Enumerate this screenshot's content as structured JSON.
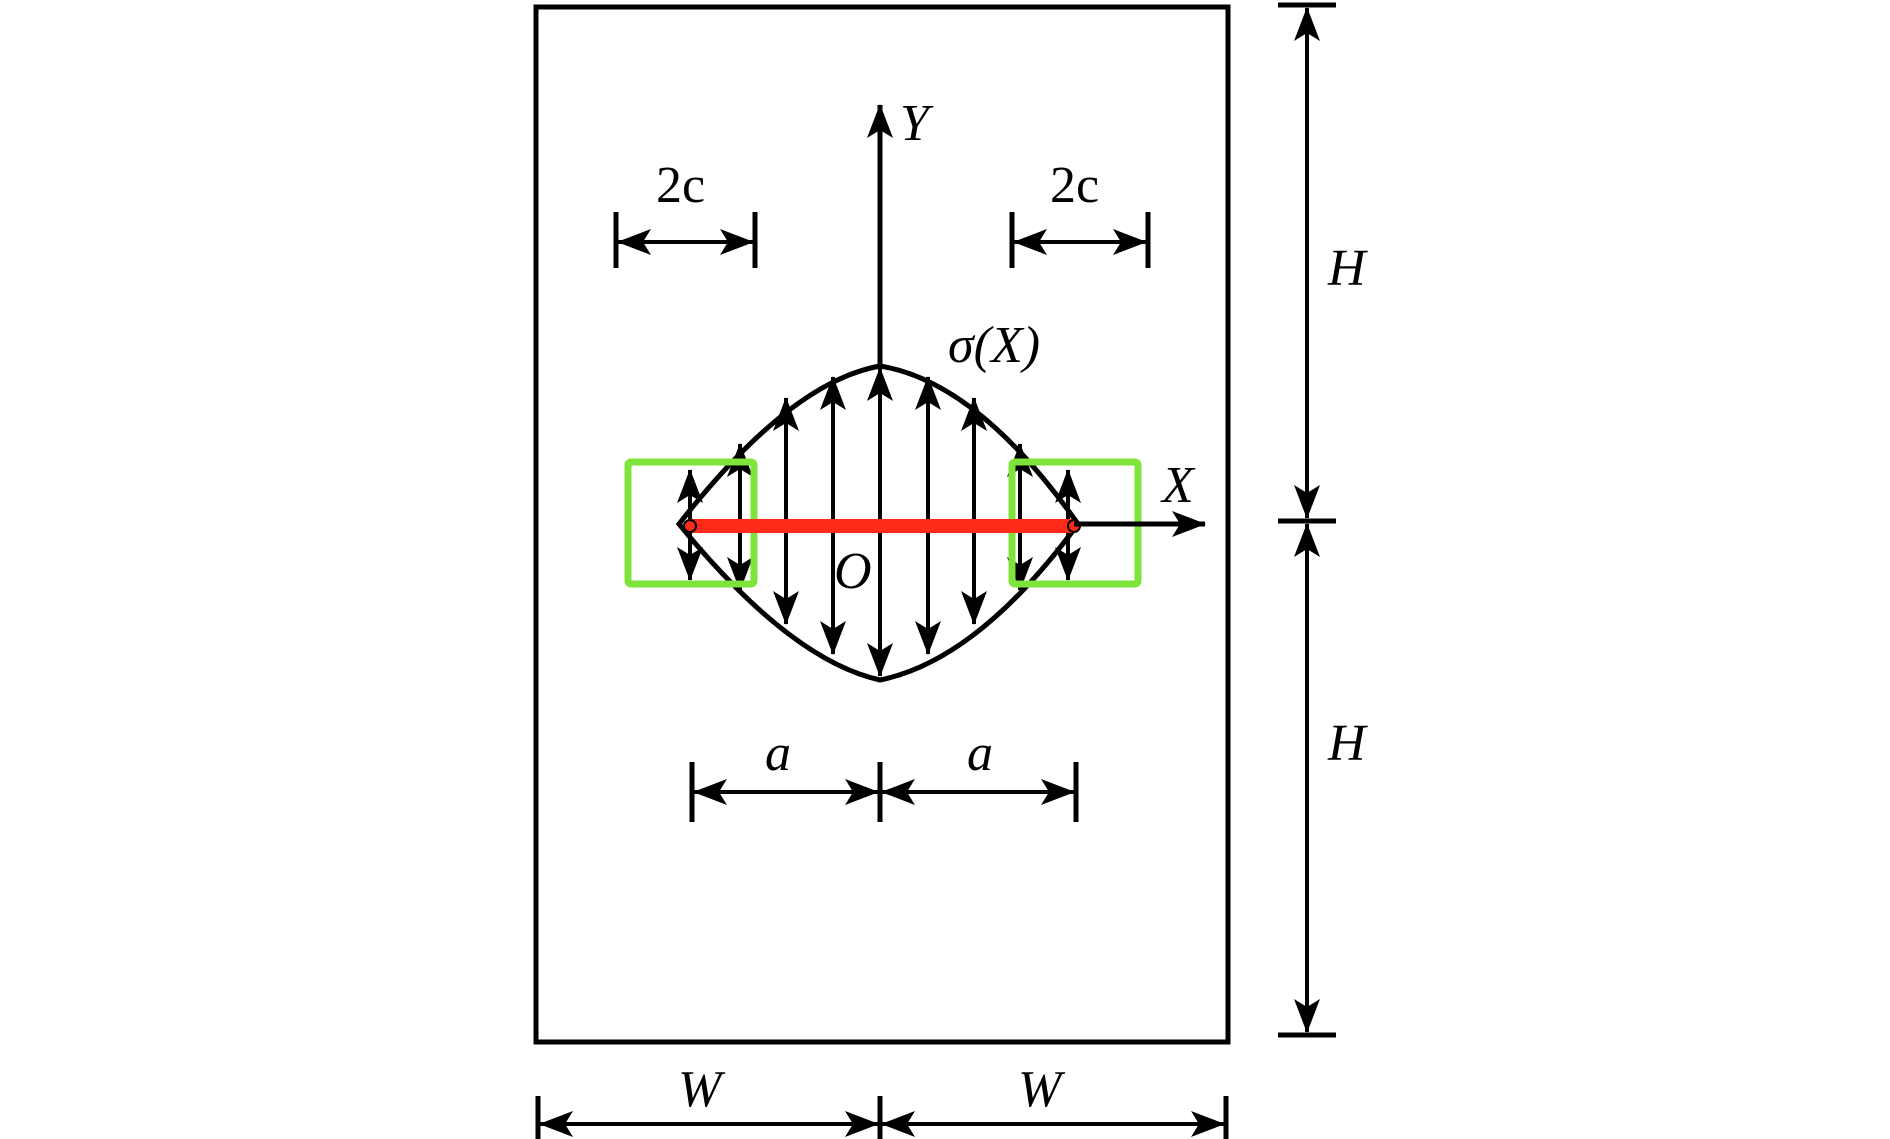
{
  "labels": {
    "y_axis": "Y",
    "x_axis": "X",
    "origin": "O",
    "stress": "σ(X)",
    "zone_left": "2c",
    "zone_right": "2c",
    "height_top": "H",
    "height_bottom": "H",
    "crack_half_left": "a",
    "crack_half_right": "a",
    "width_left": "W",
    "width_right": "W"
  },
  "colors": {
    "crack": "#ff2a1a",
    "zone_box": "#7ee33a",
    "line": "#000000"
  }
}
